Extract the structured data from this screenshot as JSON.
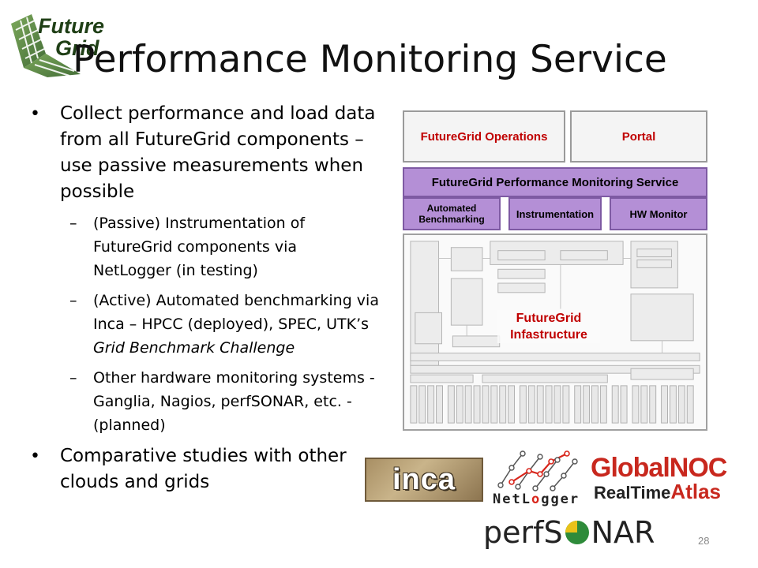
{
  "logo": {
    "line1": "Future",
    "line2": "Grid"
  },
  "title": "Performance Monitoring Service",
  "bullets": {
    "b1": "Collect performance and load data from all FutureGrid components – use passive measurements when possible",
    "s1": "(Passive) Instrumentation of FutureGrid components via NetLogger (in testing)",
    "s2_plain": "(Active) Automated benchmarking via Inca – HPCC (deployed), SPEC, UTK’s ",
    "s2_italic": "Grid Benchmark Challenge",
    "s3": "Other hardware monitoring systems - Ganglia, Nagios, perfSONAR, etc. -  (planned)",
    "b2": "Comparative studies with other clouds and grids",
    "dash": "–"
  },
  "diagram": {
    "operations": "FutureGrid Operations",
    "portal": "Portal",
    "pms": "FutureGrid Performance Monitoring Service",
    "automated": "Automated Benchmarking",
    "instrumentation": "Instrumentation",
    "hw_monitor": "HW Monitor",
    "infrastructure": "FutureGrid Infastructure"
  },
  "logos": {
    "inca": "inca",
    "netlogger_pre": "NetL",
    "netlogger_o": "o",
    "netlogger_post": "gger",
    "globalnoc_top": "GlobalNOC",
    "globalnoc_realtime": "RealTime",
    "globalnoc_atlas": "Atlas",
    "perfsonar_pre": "perfS",
    "perfsonar_post": "NAR"
  },
  "colors": {
    "accent_red": "#c00000",
    "purple": "#b48fd6",
    "green": "#2e8b3a"
  },
  "page_number": "28"
}
